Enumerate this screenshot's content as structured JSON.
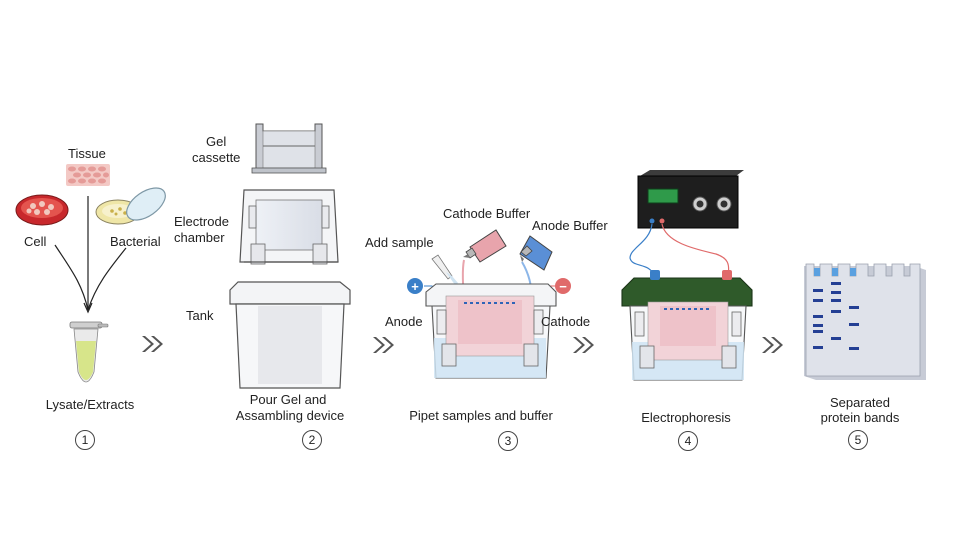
{
  "sources": {
    "tissue": "Tissue",
    "cell": "Cell",
    "bacterial": "Bacterial",
    "lysate": "Lysate/Extracts"
  },
  "device": {
    "gel_cassette_line1": "Gel",
    "gel_cassette_line2": "cassette",
    "electrode_line1": "Electrode",
    "electrode_line2": "chamber",
    "tank": "Tank"
  },
  "pipetting": {
    "cathode_buffer": "Cathode Buffer",
    "anode_buffer": "Anode Buffer",
    "add_sample": "Add sample",
    "anode": "Anode",
    "cathode": "Cathode",
    "plus": "+",
    "minus": "−"
  },
  "steps": [
    {
      "number": "1",
      "caption_line1": "",
      "caption_line2": ""
    },
    {
      "number": "2",
      "caption_line1": "Pour Gel and",
      "caption_line2": "Assambling device"
    },
    {
      "number": "3",
      "caption_line1": "Pipet samples and buffer",
      "caption_line2": ""
    },
    {
      "number": "4",
      "caption_line1": "Electrophoresis",
      "caption_line2": ""
    },
    {
      "number": "5",
      "caption_line1": "Separated",
      "caption_line2": "protein bands"
    }
  ],
  "colors": {
    "pink_buffer": "#e8a4ac",
    "blue_buffer": "#5a8fd6",
    "tank_green": "#2f5a2a",
    "band_blue": "#243f94",
    "anode_blue": "#3a7fc8",
    "cathode_red": "#e06a6a",
    "lysate_green": "#d7e58a"
  },
  "icons": [
    "petri-dish-icon",
    "tissue-icon",
    "tube-icon",
    "arrow-icon",
    "gel-cassette-icon",
    "electrode-chamber-icon",
    "tank-icon",
    "pipette-icon",
    "buffer-bottle-icon",
    "power-supply-icon",
    "gel-bands-icon"
  ]
}
